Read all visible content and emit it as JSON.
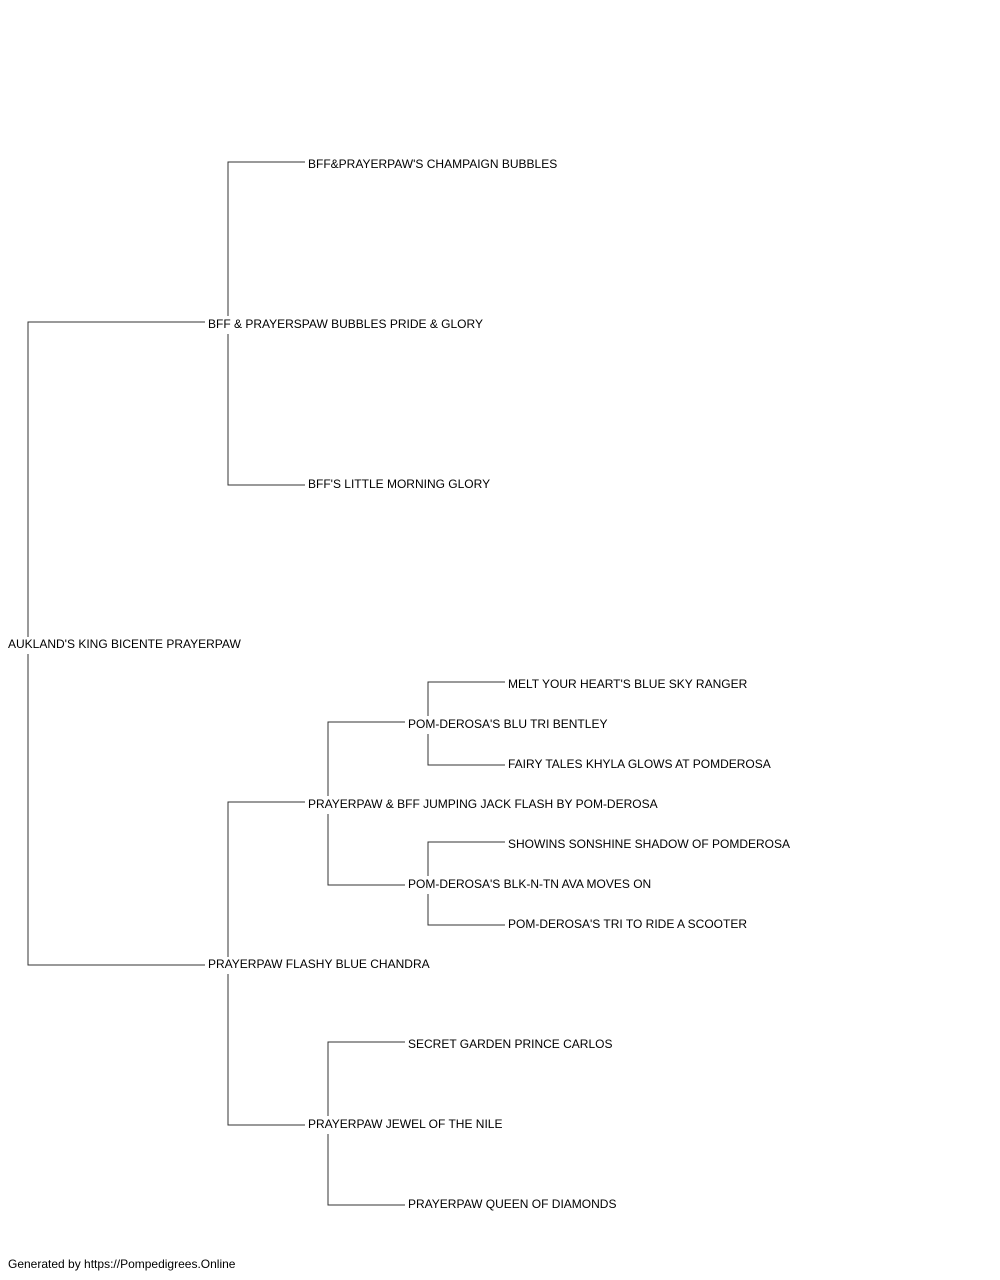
{
  "pedigree": {
    "subject": "AUKLAND'S KING BICENTE PRAYERPAW",
    "sire": {
      "name": "BFF & PRAYERSPAW BUBBLES PRIDE & GLORY",
      "sire": {
        "name": "BFF&PRAYERPAW'S CHAMPAIGN BUBBLES"
      },
      "dam": {
        "name": "BFF'S LITTLE MORNING GLORY"
      }
    },
    "dam": {
      "name": "PRAYERPAW FLASHY BLUE CHANDRA",
      "sire": {
        "name": "PRAYERPAW & BFF JUMPING JACK FLASH BY POM-DEROSA",
        "sire": {
          "name": "POM-DEROSA'S BLU TRI BENTLEY",
          "sire": {
            "name": "MELT YOUR HEART'S BLUE SKY RANGER"
          },
          "dam": {
            "name": "FAIRY TALES KHYLA GLOWS AT POMDEROSA"
          }
        },
        "dam": {
          "name": "POM-DEROSA'S BLK-N-TN AVA MOVES ON",
          "sire": {
            "name": "SHOWINS SONSHINE SHADOW OF POMDEROSA"
          },
          "dam": {
            "name": "POM-DEROSA'S TRI TO RIDE A SCOOTER"
          }
        }
      },
      "dam": {
        "name": "PRAYERPAW JEWEL OF THE NILE",
        "sire": {
          "name": "SECRET GARDEN PRINCE CARLOS"
        },
        "dam": {
          "name": "PRAYERPAW QUEEN OF DIAMONDS"
        }
      }
    }
  },
  "footer": "Generated by https://Pompedigrees.Online",
  "colors": {
    "line": "#333333",
    "text": "#000000",
    "background": "#ffffff"
  }
}
